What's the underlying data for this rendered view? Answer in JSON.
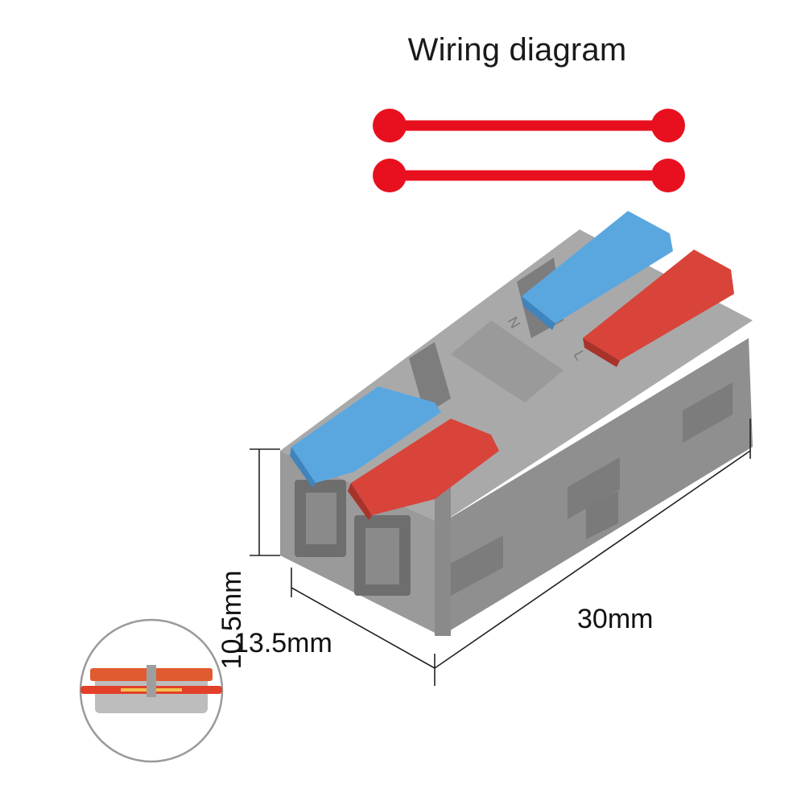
{
  "title": "Wiring diagram",
  "dimensions": {
    "height": "10.5mm",
    "width": "13.5mm",
    "length": "30mm"
  },
  "product_marks": [
    "N",
    "L"
  ],
  "colors": {
    "wire_line": "#e8101e",
    "housing": "#9c9c9c",
    "lever_blue": "#5aa7e0",
    "lever_red": "#d8443a"
  }
}
